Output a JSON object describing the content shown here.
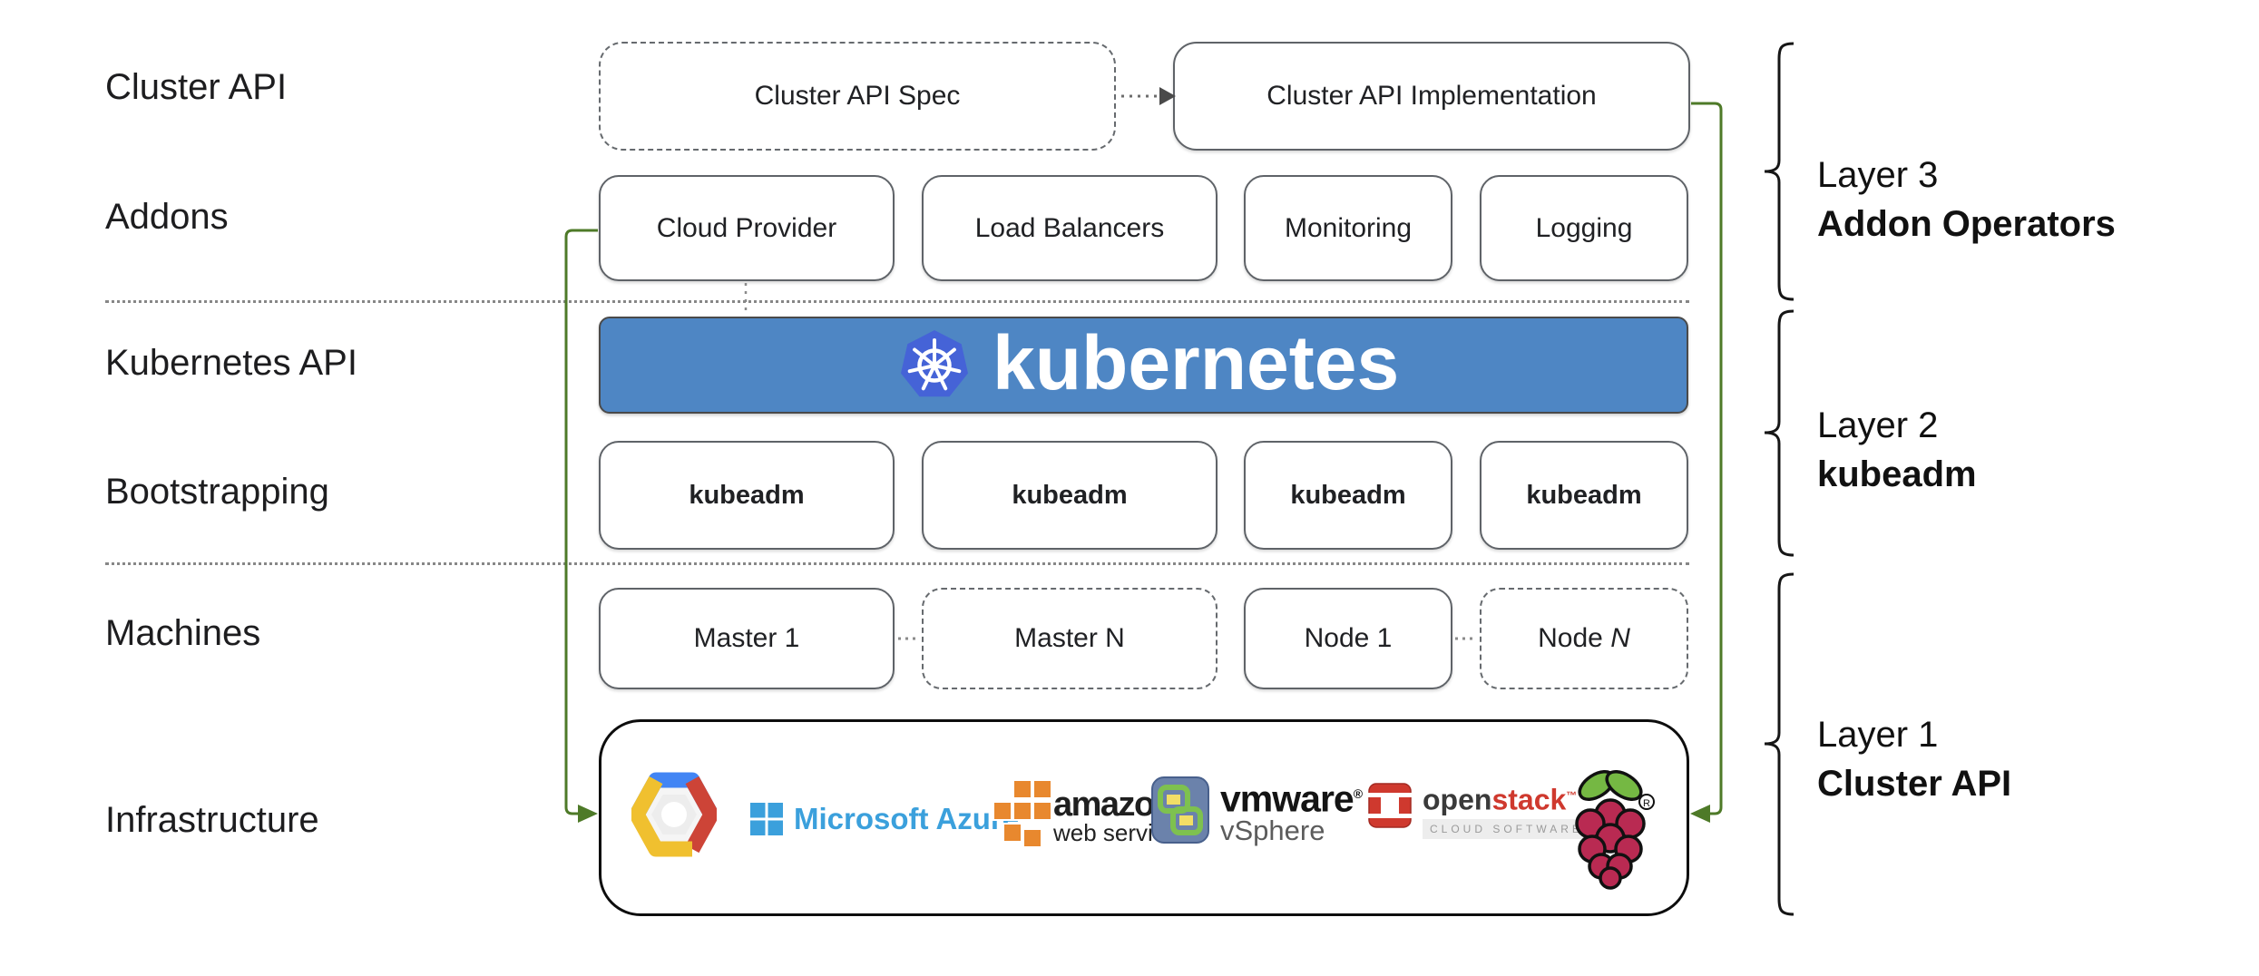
{
  "diagram_title": "Kubernetes Cluster API layered architecture",
  "row_labels": [
    {
      "label": "Cluster API"
    },
    {
      "label": "Addons"
    },
    {
      "label": "Kubernetes API"
    },
    {
      "label": "Bootstrapping"
    },
    {
      "label": "Machines"
    },
    {
      "label": "Infrastructure"
    }
  ],
  "top_row": {
    "spec": {
      "label": "Cluster API Spec"
    },
    "impl": {
      "label": "Cluster API Implementation"
    }
  },
  "addons": {
    "items": [
      {
        "label": "Cloud Provider"
      },
      {
        "label": "Load Balancers"
      },
      {
        "label": "Monitoring"
      },
      {
        "label": "Logging"
      }
    ]
  },
  "kubernetes_banner": {
    "wordmark": "kubernetes",
    "logo_icon": "kubernetes-wheel-icon",
    "bg": "#4e86c4",
    "logo_color": "#4563d7"
  },
  "bootstrapping": {
    "items": [
      {
        "label": "kubeadm"
      },
      {
        "label": "kubeadm"
      },
      {
        "label": "kubeadm"
      },
      {
        "label": "kubeadm"
      }
    ]
  },
  "machines": {
    "items": [
      {
        "prefix": "Master 1",
        "italic": "",
        "style": "solid"
      },
      {
        "prefix": "Master N",
        "italic": "",
        "style": "dashed"
      },
      {
        "prefix": "Node 1",
        "italic": "",
        "style": "solid"
      },
      {
        "prefix": "Node ",
        "italic": "N",
        "style": "dashed"
      }
    ]
  },
  "infrastructure": {
    "providers": [
      {
        "name": "google-cloud"
      },
      {
        "name": "microsoft-azure",
        "text": "Microsoft Azure"
      },
      {
        "name": "amazon-web-services",
        "text": "amazon",
        "subtext": "web services"
      },
      {
        "name": "vmware-vsphere",
        "text": "vmware",
        "subtext": "vSphere"
      },
      {
        "name": "openstack",
        "text_dark": "open",
        "text_red": "stack",
        "subtext": "CLOUD SOFTWARE"
      },
      {
        "name": "raspberry-pi"
      }
    ]
  },
  "layers": [
    {
      "line1": "Layer 3",
      "line2": "Addon Operators"
    },
    {
      "line1": "Layer 2",
      "line2": "kubeadm"
    },
    {
      "line1": "Layer 1",
      "line2": "Cluster API"
    }
  ],
  "colors": {
    "accent_green": "#4e7a28",
    "banner_blue": "#4e86c4",
    "k8s_logo_blue": "#4563d7",
    "border_gray": "#5f6368",
    "text": "#202124",
    "dotted_separator": "#878787",
    "brace": "#161616"
  }
}
